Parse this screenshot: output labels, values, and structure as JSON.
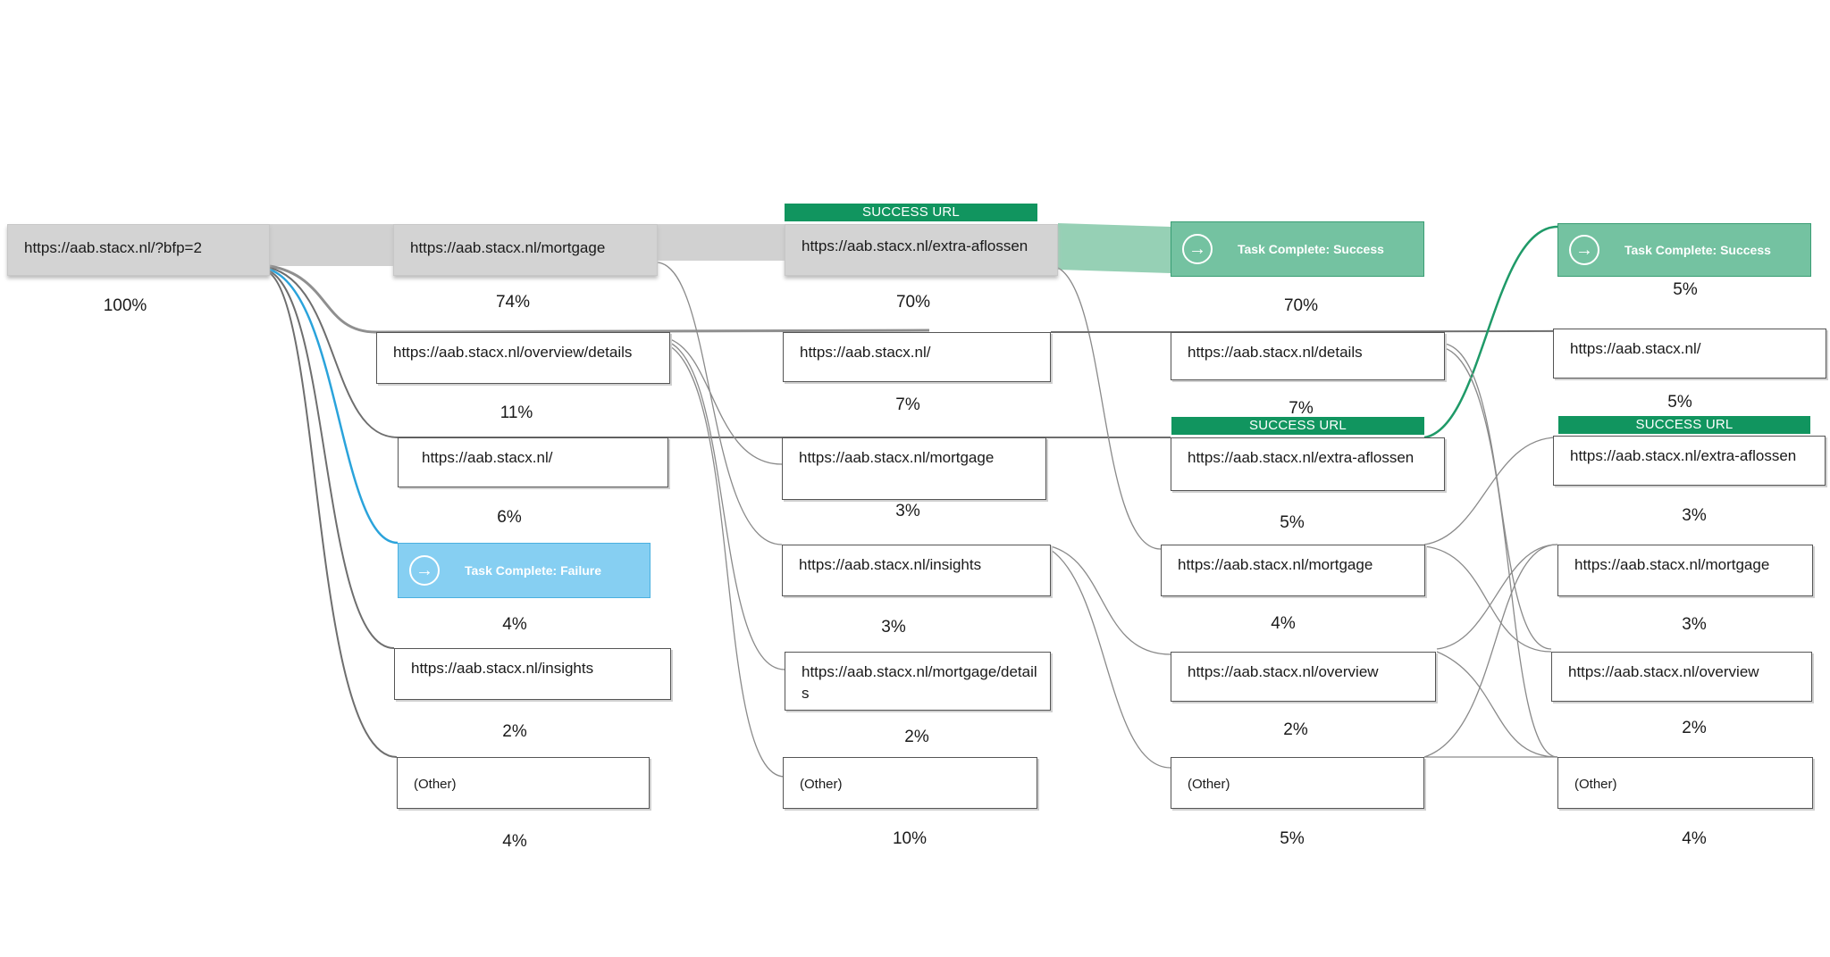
{
  "success_badge": "SUCCESS URL",
  "icons": {
    "arrow": "arrow-right-circle-icon"
  },
  "colors": {
    "success": "#11955f",
    "success_node": "#74c2a1",
    "failure_node": "#86cff2",
    "start_node": "#d3d3d3"
  },
  "start": {
    "label": "https://aab.stacx.nl/?bfp=2",
    "pct": "100%"
  },
  "step1": [
    {
      "label": "https://aab.stacx.nl/mortgage",
      "pct": "74%"
    },
    {
      "label": "https://aab.stacx.nl/overview/details",
      "pct": "11%"
    },
    {
      "label": "https://aab.stacx.nl/",
      "pct": "6%"
    },
    {
      "label": "Task Complete: Failure",
      "pct": "4%"
    },
    {
      "label": "https://aab.stacx.nl/insights",
      "pct": "2%"
    },
    {
      "label": "(Other)",
      "pct": "4%"
    }
  ],
  "step2": [
    {
      "label": "https://aab.stacx.nl/extra-aflossen",
      "pct": "70%"
    },
    {
      "label": "https://aab.stacx.nl/",
      "pct": "7%"
    },
    {
      "label": "https://aab.stacx.nl/mortgage",
      "pct": "3%"
    },
    {
      "label": "https://aab.stacx.nl/insights",
      "pct": "3%"
    },
    {
      "label": "https://aab.stacx.nl/mortgage/details",
      "pct": "2%"
    },
    {
      "label": "(Other)",
      "pct": "10%"
    }
  ],
  "step3": [
    {
      "label": "Task Complete: Success",
      "pct": "70%"
    },
    {
      "label": "https://aab.stacx.nl/details",
      "pct": "7%"
    },
    {
      "label": "https://aab.stacx.nl/extra-aflossen",
      "pct": "5%"
    },
    {
      "label": "https://aab.stacx.nl/mortgage",
      "pct": "4%"
    },
    {
      "label": "https://aab.stacx.nl/overview",
      "pct": "2%"
    },
    {
      "label": "(Other)",
      "pct": "5%"
    }
  ],
  "step4": [
    {
      "label": "Task Complete: Success",
      "pct": "5%"
    },
    {
      "label": "https://aab.stacx.nl/",
      "pct": "5%"
    },
    {
      "label": "https://aab.stacx.nl/extra-aflossen",
      "pct": "3%"
    },
    {
      "label": "https://aab.stacx.nl/mortgage",
      "pct": "3%"
    },
    {
      "label": "https://aab.stacx.nl/overview",
      "pct": "2%"
    },
    {
      "label": "(Other)",
      "pct": "4%"
    }
  ]
}
